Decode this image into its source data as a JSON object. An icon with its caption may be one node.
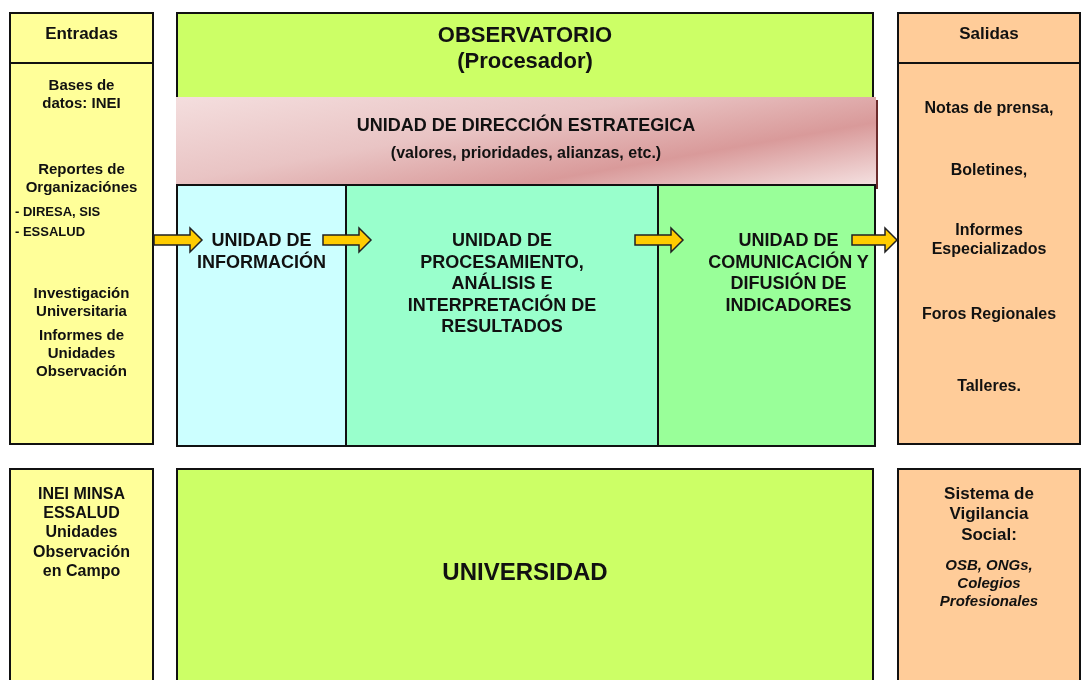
{
  "diagram": {
    "nodes": [
      {
        "text": [
          "Entradas",
          "Bases de datos: INEI",
          "Reportes de Organizaciónes",
          "- DIRESA, SIS",
          "- ESSALUD",
          "Investigación Universitaria",
          "Informes de Unidades Observación"
        ]
      },
      {
        "text": [
          "OBSERVATORIO (Procesador)"
        ]
      },
      {
        "text": [
          "UNIDAD DE DIRECCIÓN ESTRATEGICA",
          "(valores, prioridades, alianzas, etc.)"
        ],
        "in": 1
      },
      {
        "text": [
          "UNIDAD DE INFORMACIÓN"
        ],
        "in": 1
      },
      {
        "text": [
          "UNIDAD DE PROCESAMIENTO, ANÁLISIS E INTERPRETACIÓN DE RESULTADOS"
        ],
        "in": 1
      },
      {
        "text": [
          "UNIDAD DE COMUNICACIÓN Y DIFUSIÓN DE INDICADORES"
        ],
        "in": 1
      },
      {
        "text": [
          "Salidas",
          "Notas de prensa,",
          "Boletines,",
          "Informes Especializados",
          "Foros Regionales",
          "Talleres."
        ]
      },
      {
        "text": [
          "INEI MINSA ESSALUD Unidades Observación en Campo"
        ]
      },
      {
        "text": [
          "UNIVERSIDAD"
        ]
      },
      {
        "text": [
          "Sistema de Vigilancia Social:",
          "OSB, ONGs, Colegios Profesionales"
        ]
      }
    ],
    "edges": [
      {
        "from": 0,
        "to": 3,
        "arrow": "to"
      },
      {
        "from": 3,
        "to": 4,
        "arrow": "to"
      },
      {
        "from": 4,
        "to": 5,
        "arrow": "to"
      },
      {
        "from": 5,
        "to": 6,
        "arrow": "to"
      }
    ]
  }
}
